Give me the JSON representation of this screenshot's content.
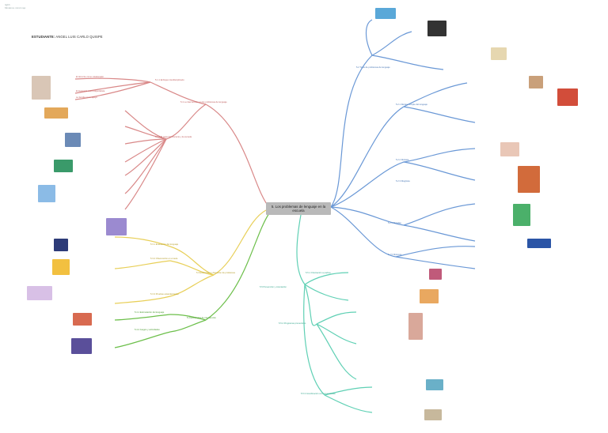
{
  "header": {
    "app": "ttgbh",
    "sub": "Mindomo mind map"
  },
  "student": {
    "label": "ESTUDIANTE:",
    "name": "ANGEL LUIS CARLO QUISPE"
  },
  "central": {
    "title": "5. Los problemas de lenguaje en la escuela"
  },
  "colors": {
    "red": "#d98888",
    "blue": "#6a98d6",
    "yellow": "#e8cf58",
    "green": "#6cbf4a",
    "teal": "#5fd0b4",
    "central_bg": "#b9b9b9"
  },
  "branches": {
    "red": {
      "main": "5.1 La intervención en los problemas de lenguaje",
      "sub1": "5.1.1 Enfoque interdisciplinario",
      "sub2": "5.1.2 El papel del docente y la escuela",
      "notes": [
        "El docente como colaborador",
        "El logopeda como especialista",
        "La familia como apoyo"
      ]
    },
    "blue": {
      "main": "5.2 Tipos de problemas de lenguaje",
      "sub1": "5.2.1 Retraso simple del lenguaje",
      "sub2": "5.2.2 Disfasia",
      "sub3": "5.2.3 Disglosia",
      "sub4": "5.2.4 Dislalias",
      "sub5": "5.2.5 Disfemia"
    },
    "yellow": {
      "main": "5.3 Evaluación y detección de problemas",
      "sub1": "5.3.1 Evaluación del lenguaje",
      "sub2": "5.3.2 Observación en el aula",
      "sub3": "5.3.3 Pruebas estandarizadas"
    },
    "green": {
      "main": "5.4 Estrategias de intervención",
      "sub1": "5.4.1 Estimulación del lenguaje",
      "sub2": "5.4.2 Juegos y actividades"
    },
    "teal": {
      "main": "5.5 Prevención y orientación",
      "sub1": "5.5.1 Orientación a padres",
      "sub2": "5.5.2 Programas preventivos",
      "sub3": "5.5.3 Coordinación con especialistas"
    }
  }
}
